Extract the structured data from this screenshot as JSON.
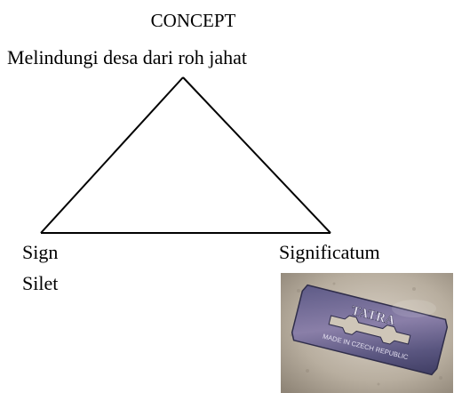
{
  "concept": {
    "title": "CONCEPT",
    "text": "Melindungi desa dari roh jahat"
  },
  "sign": {
    "label": "Sign",
    "value": "Silet"
  },
  "significatum": {
    "label": "Significatum"
  },
  "photo": {
    "blade_brand": "TATRA",
    "blade_origin": "MADE IN CZECH REPUBLIC"
  }
}
